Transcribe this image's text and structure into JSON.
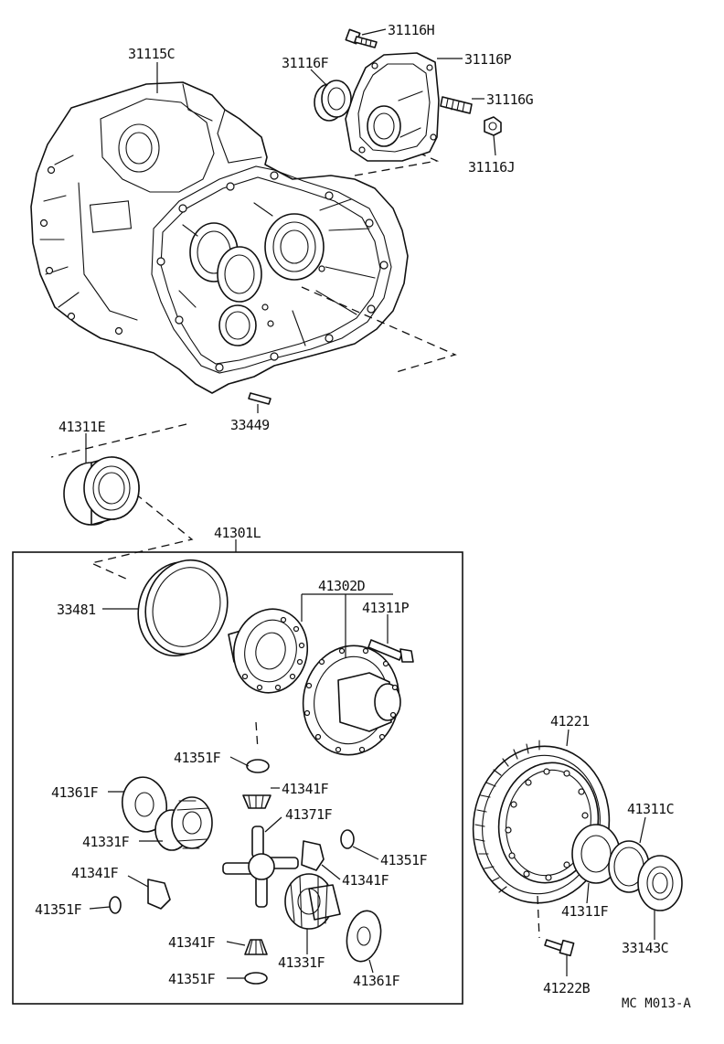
{
  "labels": {
    "case": "31115C",
    "bolt_top": "31116H",
    "cover_plate": "31116P",
    "oil_seal": "31116F",
    "stud": "31116G",
    "nut": "31116J",
    "pin": "33449",
    "bearing_left": "41311E",
    "diff_assy": "41301L",
    "shim": "33481",
    "diff_case": "41302D",
    "case_bolt": "41311P",
    "washer_top": "41351F",
    "pinion_top": "41341F",
    "thrust_washer_left": "41361F",
    "side_gear_left": "41331F",
    "shaft": "41371F",
    "pinion_left": "41341F",
    "washer_left": "41351F",
    "washer_right": "41351F",
    "pinion_right": "41341F",
    "pinion_bottom": "41341F",
    "washer_bottom": "41351F",
    "side_gear_bottom": "41331F",
    "thrust_washer_right": "41361F",
    "ring_gear": "41221",
    "bearing_right": "41311C",
    "race_right": "41311F",
    "ring_bolt": "41222B",
    "seal_right": "33143C"
  },
  "figure_code": "MC M013-A"
}
